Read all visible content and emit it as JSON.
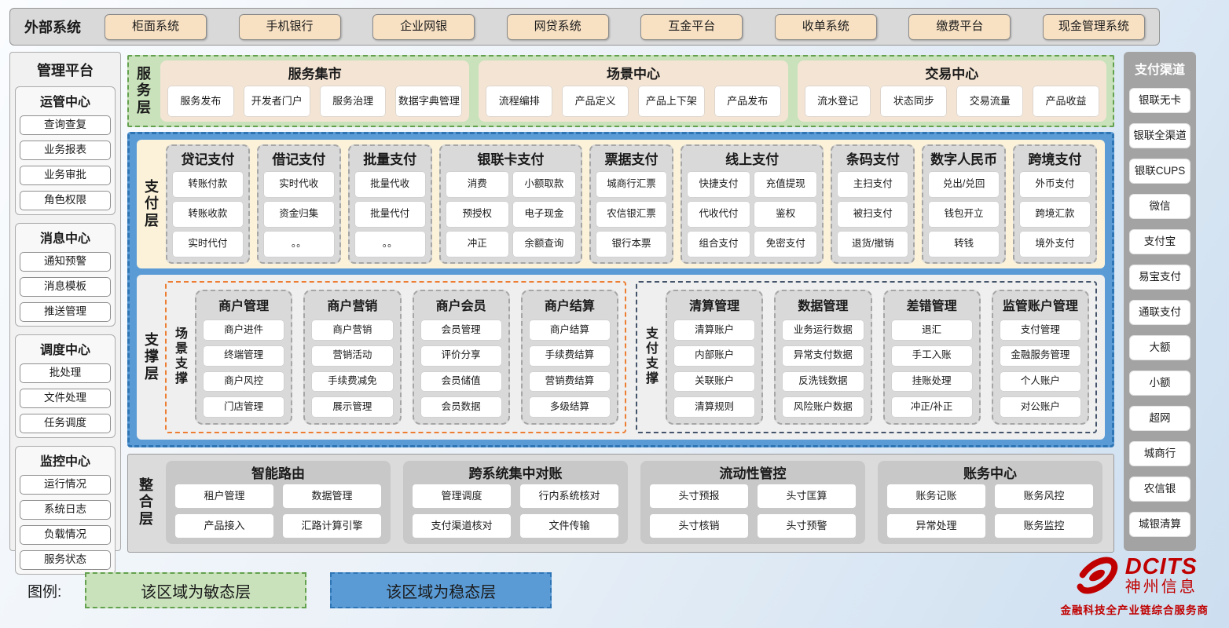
{
  "external": {
    "label": "外部系统",
    "systems": [
      "柜面系统",
      "手机银行",
      "企业网银",
      "网贷系统",
      "互金平台",
      "收单系统",
      "缴费平台",
      "现金管理系统"
    ]
  },
  "management": {
    "title": "管理平台",
    "groups": [
      {
        "title": "运管中心",
        "items": [
          "查询查复",
          "业务报表",
          "业务审批",
          "角色权限"
        ]
      },
      {
        "title": "消息中心",
        "items": [
          "通知预警",
          "消息模板",
          "推送管理"
        ]
      },
      {
        "title": "调度中心",
        "items": [
          "批处理",
          "文件处理",
          "任务调度"
        ]
      },
      {
        "title": "监控中心",
        "items": [
          "运行情况",
          "系统日志",
          "负载情况",
          "服务状态"
        ]
      }
    ]
  },
  "service_layer": {
    "label": "服务层",
    "groups": [
      {
        "title": "服务集市",
        "items": [
          "服务发布",
          "开发者门户",
          "服务治理",
          "数据字典管理"
        ]
      },
      {
        "title": "场景中心",
        "items": [
          "流程编排",
          "产品定义",
          "产品上下架",
          "产品发布"
        ]
      },
      {
        "title": "交易中心",
        "items": [
          "流水登记",
          "状态同步",
          "交易流量",
          "产品收益"
        ]
      }
    ]
  },
  "payment_layer": {
    "label": "支付层",
    "groups": [
      {
        "title": "贷记支付",
        "cols": 1,
        "items": [
          "转账付款",
          "转账收款",
          "实时代付"
        ]
      },
      {
        "title": "借记支付",
        "cols": 1,
        "items": [
          "实时代收",
          "资金归集",
          "。。"
        ]
      },
      {
        "title": "批量支付",
        "cols": 1,
        "items": [
          "批量代收",
          "批量代付",
          "。。"
        ]
      },
      {
        "title": "银联卡支付",
        "cols": 2,
        "items": [
          "消费",
          "小额取款",
          "预授权",
          "电子现金",
          "冲正",
          "余额查询"
        ]
      },
      {
        "title": "票据支付",
        "cols": 1,
        "items": [
          "城商行汇票",
          "农信银汇票",
          "银行本票"
        ]
      },
      {
        "title": "线上支付",
        "cols": 2,
        "items": [
          "快捷支付",
          "充值提现",
          "代收代付",
          "鉴权",
          "组合支付",
          "免密支付"
        ]
      },
      {
        "title": "条码支付",
        "cols": 1,
        "items": [
          "主扫支付",
          "被扫支付",
          "退货/撤销"
        ]
      },
      {
        "title": "数字人民币",
        "cols": 1,
        "items": [
          "兑出/兑回",
          "钱包开立",
          "转钱"
        ]
      },
      {
        "title": "跨境支付",
        "cols": 1,
        "items": [
          "外币支付",
          "跨境汇款",
          "境外支付"
        ]
      }
    ]
  },
  "support_layer": {
    "label": "支撑层",
    "sections": [
      {
        "label": "场景支撑",
        "accent": "#ED7D31",
        "groups": [
          {
            "title": "商户管理",
            "items": [
              "商户进件",
              "终端管理",
              "商户风控",
              "门店管理"
            ]
          },
          {
            "title": "商户营销",
            "items": [
              "商户营销",
              "营销活动",
              "手续费减免",
              "展示管理"
            ]
          },
          {
            "title": "商户会员",
            "items": [
              "会员管理",
              "评价分享",
              "会员储值",
              "会员数据"
            ]
          },
          {
            "title": "商户结算",
            "items": [
              "商户结算",
              "手续费结算",
              "营销费结算",
              "多级结算"
            ]
          }
        ]
      },
      {
        "label": "支付支撑",
        "accent": "#44546A",
        "groups": [
          {
            "title": "清算管理",
            "items": [
              "清算账户",
              "内部账户",
              "关联账户",
              "清算规则"
            ]
          },
          {
            "title": "数据管理",
            "items": [
              "业务运行数据",
              "异常支付数据",
              "反洗钱数据",
              "风险账户数据"
            ]
          },
          {
            "title": "差错管理",
            "items": [
              "退汇",
              "手工入账",
              "挂账处理",
              "冲正/补正"
            ]
          },
          {
            "title": "监管账户管理",
            "items": [
              "支付管理",
              "金融服务管理",
              "个人账户",
              "对公账户"
            ]
          }
        ]
      }
    ]
  },
  "integration_layer": {
    "label": "整合层",
    "groups": [
      {
        "title": "智能路由",
        "items": [
          "租户管理",
          "数据管理",
          "产品接入",
          "汇路计算引擎"
        ]
      },
      {
        "title": "跨系统集中对账",
        "items": [
          "管理调度",
          "行内系统核对",
          "支付渠道核对",
          "文件传输"
        ]
      },
      {
        "title": "流动性管控",
        "items": [
          "头寸预报",
          "头寸匡算",
          "头寸核销",
          "头寸预警"
        ]
      },
      {
        "title": "账务中心",
        "items": [
          "账务记账",
          "账务风控",
          "异常处理",
          "账务监控"
        ]
      }
    ]
  },
  "channels": {
    "title": "支付渠道",
    "items": [
      "银联无卡",
      "银联全渠道",
      "银联CUPS",
      "微信",
      "支付宝",
      "易宝支付",
      "通联支付",
      "大额",
      "小额",
      "超网",
      "城商行",
      "农信银",
      "城银清算"
    ]
  },
  "legend": {
    "label": "图例:",
    "agile": "该区域为敏态层",
    "stable": "该区域为稳态层"
  },
  "logo": {
    "name": "DCITS",
    "company": "神州信息",
    "tagline": "金融科技全产业链综合服务商"
  },
  "colors": {
    "agile_green": "#C9E2BB",
    "stable_blue": "#5B9BD5",
    "external_tan": "#F8E1C3",
    "scene_support_accent": "#ED7D31",
    "payment_support_accent": "#44546A",
    "brand_red": "#C00000"
  }
}
